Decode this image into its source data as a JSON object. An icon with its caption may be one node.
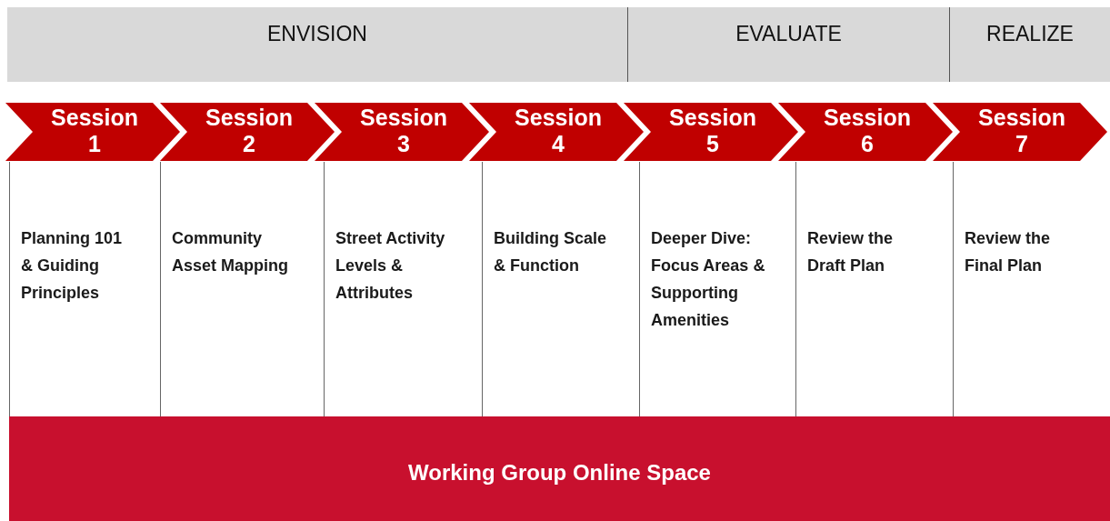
{
  "diagram": {
    "nodes": [
      {
        "text": [
          "ENVISION"
        ]
      },
      {
        "text": [
          "EVALUATE"
        ]
      },
      {
        "text": [
          "REALIZE"
        ]
      },
      {
        "text": [
          "Session 1"
        ]
      },
      {
        "text": [
          "Session 2"
        ]
      },
      {
        "text": [
          "Session 3"
        ]
      },
      {
        "text": [
          "Session 4"
        ]
      },
      {
        "text": [
          "Session 5"
        ]
      },
      {
        "text": [
          "Session 6"
        ]
      },
      {
        "text": [
          "Session 7"
        ]
      },
      {
        "text": [
          "Planning 101 & Guiding Principles"
        ]
      },
      {
        "text": [
          "Community Asset Mapping"
        ]
      },
      {
        "text": [
          "Street Activity Levels & Attributes"
        ]
      },
      {
        "text": [
          "Building Scale & Function"
        ]
      },
      {
        "text": [
          "Deeper Dive: Focus Areas & Supporting Amenities"
        ]
      },
      {
        "text": [
          "Review the Draft Plan"
        ]
      },
      {
        "text": [
          "Review the Final Plan"
        ]
      },
      {
        "text": [
          "Working Group Online Space"
        ]
      }
    ]
  }
}
